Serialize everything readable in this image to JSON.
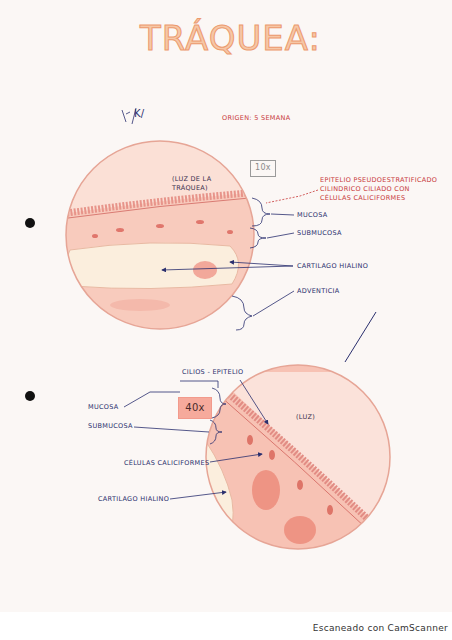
{
  "diagram": {
    "title": "TRÁQUEA:",
    "nodes": [
      {
        "text": [
          "10x"
        ]
      },
      {
        "text": [
          "40x"
        ]
      }
    ],
    "labels": [
      "K/",
      "ORIGEN: 5 SEMANA",
      "(LUZ DE LA TRÁQUEA)",
      "EPITELIO PSEUDOESTRATIFICADO CILINDRICO CILIADO CON CÉLULAS CALICIFORMES",
      "MUCOSA",
      "SUBMUCOSA",
      "CARTILAGO HIALINO",
      "ADVENTICIA",
      "CILIOS - EPITELIO",
      "MUCOSA",
      "(LUZ)",
      "SUBMUCOSA",
      "CÉLULAS CALICIFORMES",
      "CARTILAGO HIALINO",
      "Escaneado con CamScanner"
    ]
  }
}
